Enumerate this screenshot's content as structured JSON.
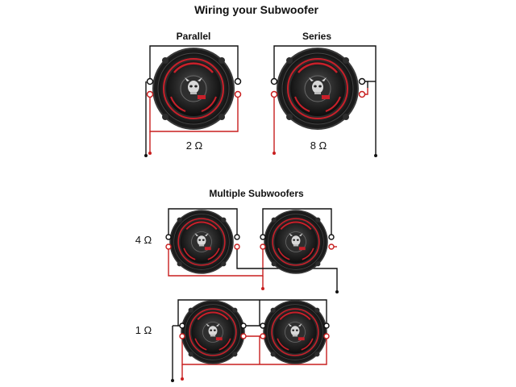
{
  "title": "Wiring  your Subwoofer",
  "sections": {
    "parallel": {
      "label": "Parallel",
      "ohms": "2 Ω"
    },
    "series": {
      "label": "Series",
      "ohms": "8 Ω"
    },
    "multiple": {
      "label": "Multiple Subwoofers",
      "row1_ohms": "4 Ω",
      "row2_ohms": "1 Ω"
    }
  },
  "colors": {
    "wire_positive": "#c81e1e",
    "wire_negative": "#111111",
    "speaker_red": "#c8202a",
    "speaker_dark": "#1a1a1a"
  },
  "icons": {
    "speaker": "subwoofer-icon",
    "terminal_neg": "minus-terminal-icon",
    "terminal_pos": "plus-terminal-icon"
  }
}
